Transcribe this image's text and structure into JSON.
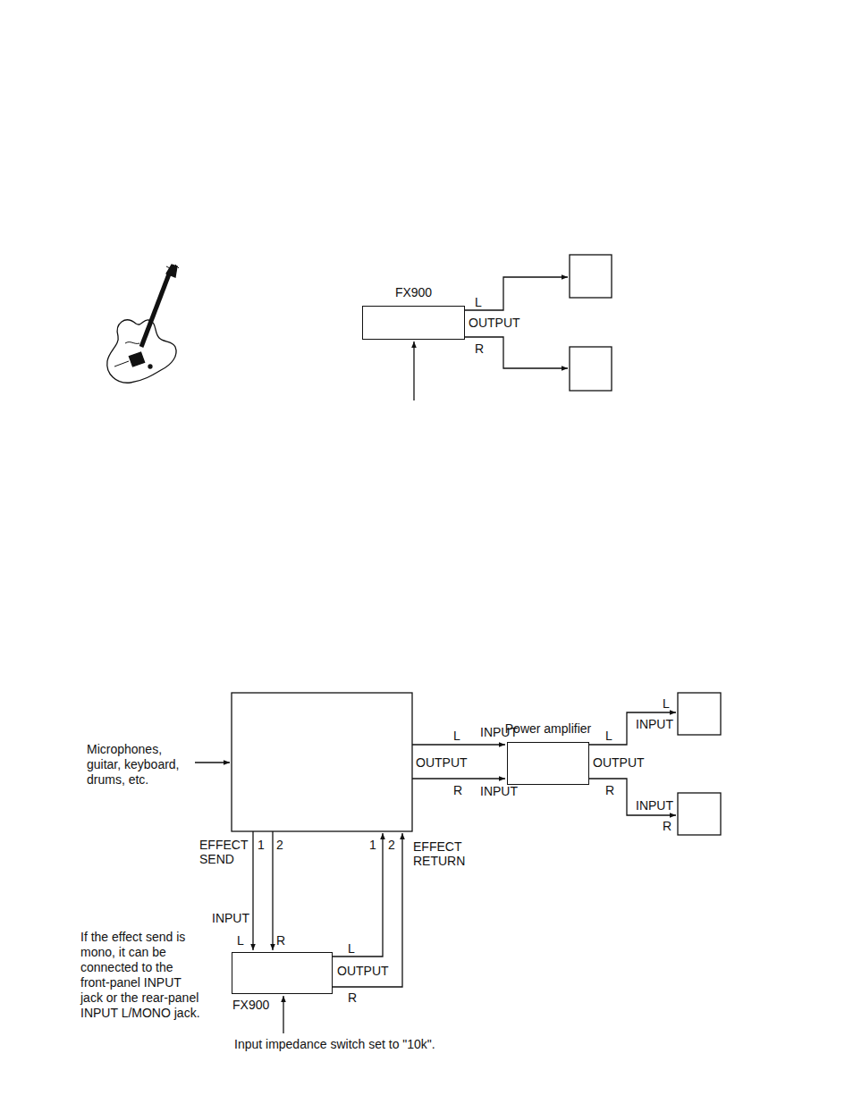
{
  "diagram": {
    "nodes": [
      {
        "text": [
          "FX900"
        ]
      },
      {
        "text": [
          "Power amplifier"
        ]
      },
      {
        "text": [
          "FX900"
        ]
      }
    ],
    "labels": [
      "L",
      "OUTPUT",
      "R",
      "Microphones, guitar, keyboard, drums, etc.",
      "L",
      "INPUT",
      "OUTPUT",
      "R",
      "INPUT",
      "L",
      "OUTPUT",
      "R",
      "L",
      "INPUT",
      "INPUT",
      "R",
      "EFFECT SEND",
      "1",
      "2",
      "1",
      "2",
      "EFFECT RETURN",
      "INPUT",
      "L",
      "R",
      "L",
      "OUTPUT",
      "R",
      "If the effect send is mono, it can be connected to the front-panel INPUT jack or the rear-panel INPUT L/MONO jack.",
      "Input impedance switch set to \"10k\"."
    ]
  }
}
